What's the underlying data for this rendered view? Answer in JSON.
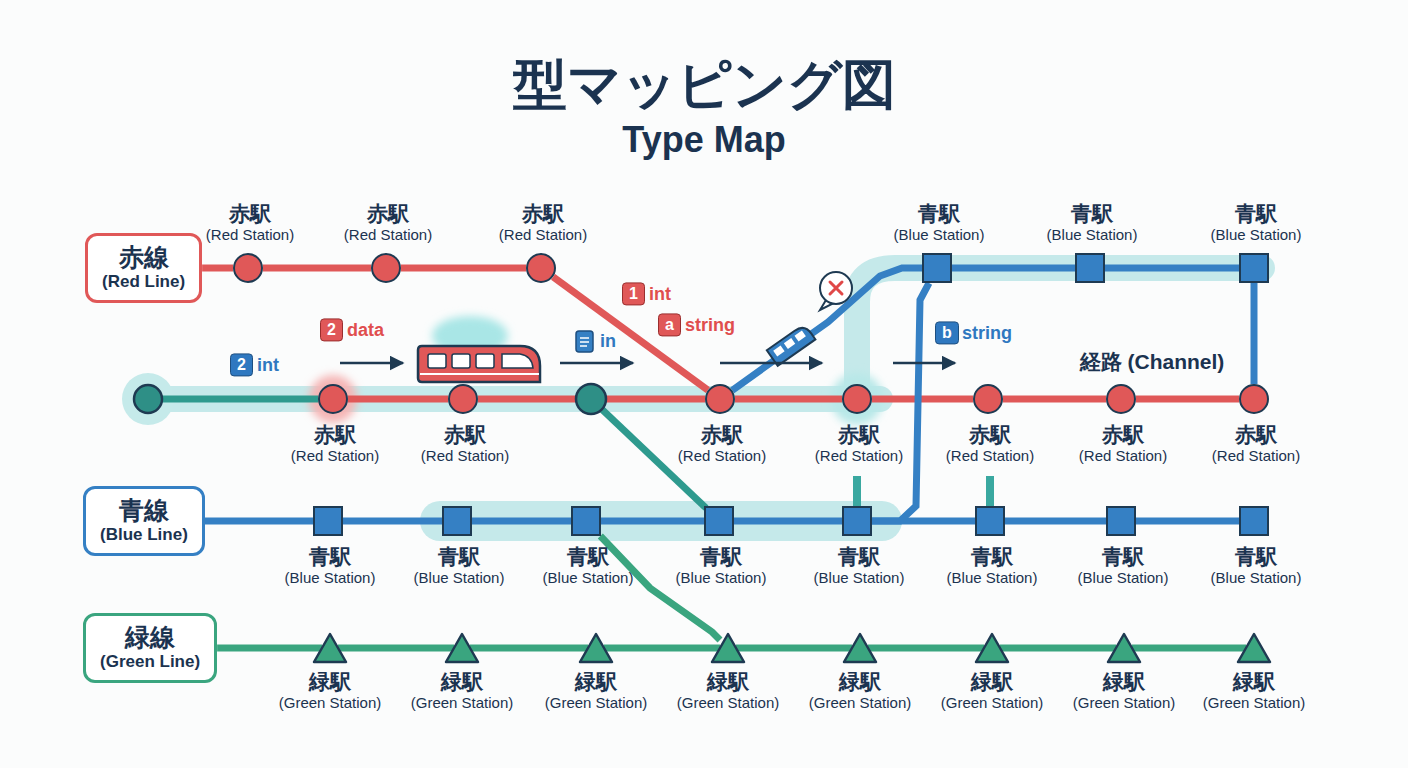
{
  "diagram": {
    "title": "型マッピング図",
    "nodes": [
      {
        "text": [
          "赤線",
          "(Red Line)"
        ]
      },
      {
        "text": [
          "青線",
          "(Blue Line)"
        ]
      },
      {
        "text": [
          "緑線",
          "(Green Line)"
        ]
      },
      {
        "text": [
          "赤駅",
          "(Red Station)"
        ]
      },
      {
        "text": [
          "赤駅",
          "(Red Station)"
        ]
      },
      {
        "text": [
          "赤駅",
          "(Red Station)"
        ]
      },
      {
        "text": [
          "青駅",
          "(Blue Station)"
        ]
      },
      {
        "text": [
          "青駅",
          "(Blue Station)"
        ]
      },
      {
        "text": [
          "青駅",
          "(Blue Station)"
        ]
      },
      {
        "text": [
          "赤駅",
          "(Red Station)"
        ]
      },
      {
        "text": [
          "赤駅",
          "(Red Station)"
        ]
      },
      {
        "text": [
          "赤駅",
          "(Red Station)"
        ]
      },
      {
        "text": [
          "赤駅",
          "(Red Station)"
        ]
      },
      {
        "text": [
          "赤駅",
          "(Red Station)"
        ]
      },
      {
        "text": [
          "赤駅",
          "(Red Station)"
        ]
      },
      {
        "text": [
          "赤駅",
          "(Red Station)"
        ]
      },
      {
        "text": [
          "青駅",
          "(Blue Station)"
        ]
      },
      {
        "text": [
          "青駅",
          "(Blue Station)"
        ]
      },
      {
        "text": [
          "青駅",
          "(Blue Station)"
        ]
      },
      {
        "text": [
          "青駅",
          "(Blue Station)"
        ]
      },
      {
        "text": [
          "青駅",
          "(Blue Station)"
        ]
      },
      {
        "text": [
          "青駅",
          "(Blue Station)"
        ]
      },
      {
        "text": [
          "青駅",
          "(Blue Station)"
        ]
      },
      {
        "text": [
          "青駅",
          "(Blue Station)"
        ]
      },
      {
        "text": [
          "緑駅",
          "(Green Station)"
        ]
      },
      {
        "text": [
          "緑駅",
          "(Green Station)"
        ]
      },
      {
        "text": [
          "緑駅",
          "(Green Station)"
        ]
      },
      {
        "text": [
          "緑駅",
          "(Green Station)"
        ]
      },
      {
        "text": [
          "緑駅",
          "(Green Station)"
        ]
      },
      {
        "text": [
          "緑駅",
          "(Green Station)"
        ]
      },
      {
        "text": [
          "緑駅",
          "(Green Station)"
        ]
      },
      {
        "text": [
          "緑駅",
          "(Green Station)"
        ]
      }
    ],
    "edges": [
      {
        "from": 0,
        "to": 3,
        "arrow": "none"
      },
      {
        "from": 3,
        "to": 4,
        "arrow": "none"
      },
      {
        "from": 4,
        "to": 5,
        "arrow": "none"
      },
      {
        "from": 5,
        "to": 11,
        "arrow": "none"
      },
      {
        "from": 9,
        "to": 10,
        "arrow": "none"
      },
      {
        "from": 10,
        "to": 11,
        "arrow": "none"
      },
      {
        "from": 11,
        "to": 12,
        "arrow": "none"
      },
      {
        "from": 12,
        "to": 13,
        "arrow": "none"
      },
      {
        "from": 13,
        "to": 14,
        "arrow": "none"
      },
      {
        "from": 14,
        "to": 15,
        "arrow": "none"
      },
      {
        "from": 11,
        "to": 6,
        "arrow": "none"
      },
      {
        "from": 6,
        "to": 7,
        "arrow": "none"
      },
      {
        "from": 7,
        "to": 8,
        "arrow": "none"
      },
      {
        "from": 8,
        "to": 15,
        "arrow": "none"
      },
      {
        "from": 1,
        "to": 16,
        "arrow": "none"
      },
      {
        "from": 16,
        "to": 17,
        "arrow": "none"
      },
      {
        "from": 17,
        "to": 18,
        "arrow": "none"
      },
      {
        "from": 18,
        "to": 19,
        "arrow": "none"
      },
      {
        "from": 19,
        "to": 20,
        "arrow": "none"
      },
      {
        "from": 20,
        "to": 21,
        "arrow": "none"
      },
      {
        "from": 21,
        "to": 22,
        "arrow": "none"
      },
      {
        "from": 22,
        "to": 23,
        "arrow": "none"
      },
      {
        "from": 20,
        "to": 6,
        "arrow": "none"
      },
      {
        "from": 2,
        "to": 24,
        "arrow": "none"
      },
      {
        "from": 24,
        "to": 25,
        "arrow": "none"
      },
      {
        "from": 25,
        "to": 26,
        "arrow": "none"
      },
      {
        "from": 26,
        "to": 27,
        "arrow": "none"
      },
      {
        "from": 27,
        "to": 28,
        "arrow": "none"
      },
      {
        "from": 28,
        "to": 29,
        "arrow": "none"
      },
      {
        "from": 29,
        "to": 30,
        "arrow": "none"
      },
      {
        "from": 30,
        "to": 31,
        "arrow": "none"
      },
      {
        "from": 18,
        "to": 27,
        "arrow": "none"
      }
    ],
    "labels": [
      "Type Map",
      "2",
      "int",
      "2",
      "data",
      "in",
      "1",
      "int",
      "a",
      "string",
      "b",
      "string",
      "経路 (Channel)"
    ]
  }
}
